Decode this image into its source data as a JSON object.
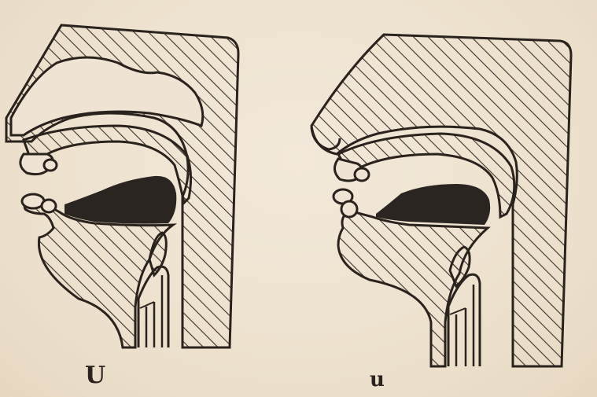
{
  "diagram": {
    "colors": {
      "background": "#efe4d3",
      "ink": "#2a221c",
      "hatch": "#3a3028",
      "cavity": "#2b2521"
    },
    "panels": [
      {
        "id": "left",
        "label": "U"
      },
      {
        "id": "right",
        "label": "u"
      }
    ]
  }
}
